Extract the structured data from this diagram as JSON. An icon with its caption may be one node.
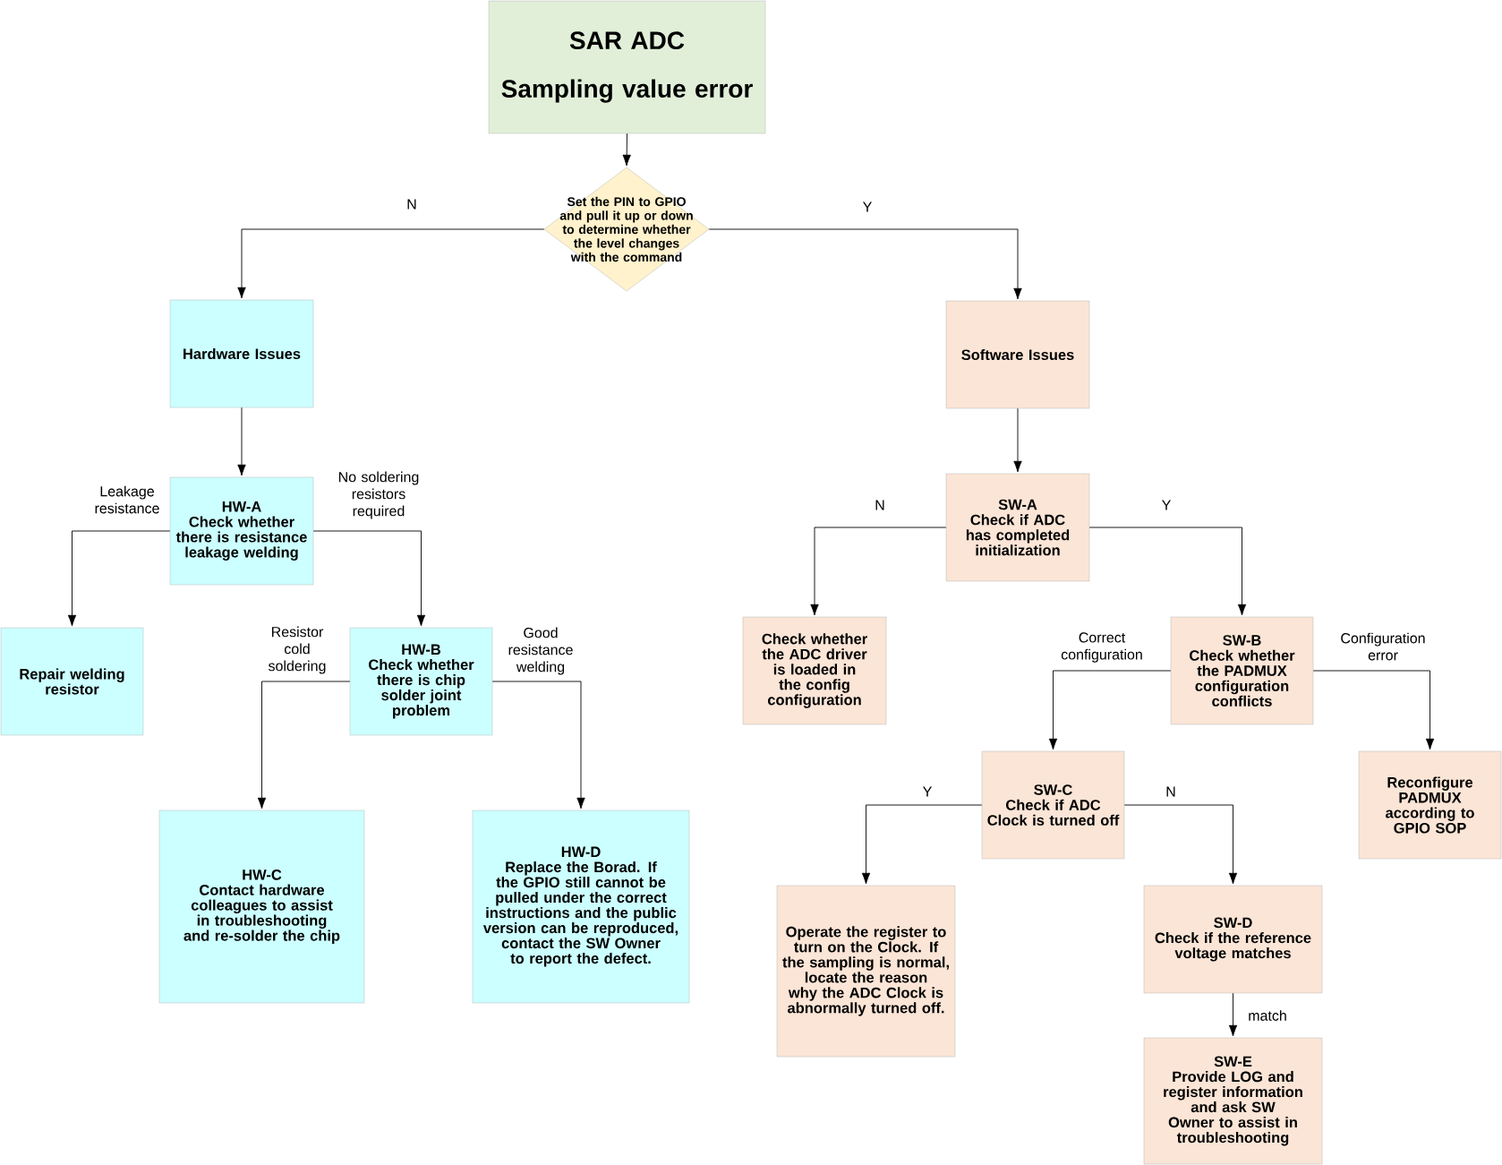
{
  "diagram": {
    "nodes": [
      {
        "text": [
          "SAR ADC",
          "Sampling value error"
        ]
      },
      {
        "text": [
          "Set the PIN to GPIO and pull it up or down to determine whether the level changes with the command"
        ]
      },
      {
        "text": [
          "Hardware Issues"
        ]
      },
      {
        "text": [
          "Software Issues"
        ]
      },
      {
        "text": [
          "HW-A",
          "Check whether there is resistance leakage welding"
        ]
      },
      {
        "text": [
          "Repair welding resistor"
        ]
      },
      {
        "text": [
          "HW-B",
          "Check whether there is chip solder joint problem"
        ]
      },
      {
        "text": [
          "HW-C",
          "Contact hardware colleagues to assist in troubleshooting and re-solder the chip"
        ]
      },
      {
        "text": [
          "HW-D",
          "Replace the Borad. If the GPIO still cannot be pulled under the correct instructions and the public version can be reproduced, contact the SW Owner to report the defect."
        ]
      },
      {
        "text": [
          "SW-A",
          "Check if ADC has completed initialization"
        ]
      },
      {
        "text": [
          "Check whether the ADC driver is loaded in the config configuration"
        ]
      },
      {
        "text": [
          "SW-B",
          "Check whether the PADMUX configuration conflicts"
        ]
      },
      {
        "text": [
          "SW-C",
          "Check if ADC Clock is turned off"
        ]
      },
      {
        "text": [
          "Reconfigure PADMUX according to GPIO SOP"
        ]
      },
      {
        "text": [
          "Operate the register to turn on the Clock. If the sampling is normal, locate the reason why the ADC Clock is abnormally turned off."
        ]
      },
      {
        "text": [
          "SW-D",
          "Check if the reference voltage matches"
        ]
      },
      {
        "text": [
          "SW-E",
          "Provide LOG and register information and ask SW Owner to assist in troubleshooting"
        ]
      }
    ],
    "edges": [
      {
        "from": 0,
        "to": 1,
        "arrow": "to"
      },
      {
        "from": 1,
        "to": 2,
        "arrow": "to",
        "label": "N"
      },
      {
        "from": 1,
        "to": 3,
        "arrow": "to",
        "label": "Y"
      },
      {
        "from": 2,
        "to": 4,
        "arrow": "to"
      },
      {
        "from": 4,
        "to": 5,
        "arrow": "to",
        "label": "Leakage resistance"
      },
      {
        "from": 4,
        "to": 6,
        "arrow": "to",
        "label": "No soldering resistors required"
      },
      {
        "from": 6,
        "to": 7,
        "arrow": "to",
        "label": "Resistor cold soldering"
      },
      {
        "from": 6,
        "to": 8,
        "arrow": "to",
        "label": "Good resistance welding"
      },
      {
        "from": 3,
        "to": 9,
        "arrow": "to"
      },
      {
        "from": 9,
        "to": 10,
        "arrow": "to",
        "label": "N"
      },
      {
        "from": 9,
        "to": 11,
        "arrow": "to",
        "label": "Y"
      },
      {
        "from": 11,
        "to": 12,
        "arrow": "to",
        "label": "Correct configuration"
      },
      {
        "from": 11,
        "to": 13,
        "arrow": "to",
        "label": "Configuration error"
      },
      {
        "from": 12,
        "to": 14,
        "arrow": "to",
        "label": "Y"
      },
      {
        "from": 12,
        "to": 15,
        "arrow": "to",
        "label": "N"
      },
      {
        "from": 15,
        "to": 16,
        "arrow": "to",
        "label": "match"
      }
    ]
  }
}
